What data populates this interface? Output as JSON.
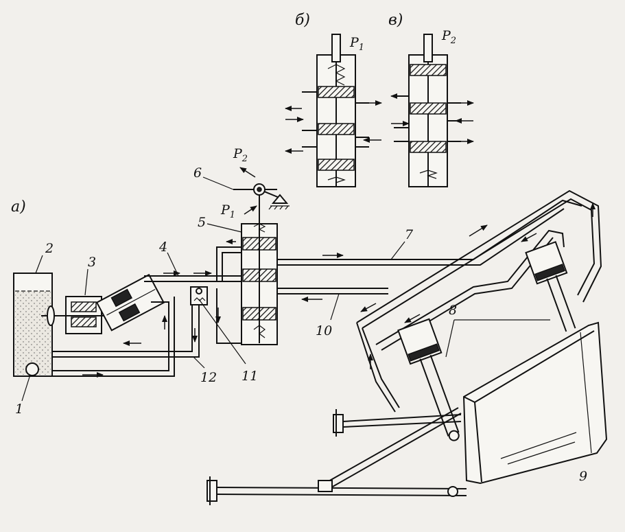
{
  "figure": {
    "panel_a": "а)",
    "panel_b": "б)",
    "panel_v": "в)"
  },
  "callouts": {
    "n1": "1",
    "n2": "2",
    "n3": "3",
    "n4": "4",
    "n5": "5",
    "n6": "6",
    "n7": "7",
    "n8": "8",
    "n9": "9",
    "n10": "10",
    "n11": "11",
    "n12": "12"
  },
  "forces": {
    "p1": "P",
    "p1_sub": "1",
    "p2": "P",
    "p2_sub": "2"
  },
  "colors": {
    "ink": "#111111",
    "paper": "#f2f0ec",
    "fluid": "#d9d6cf"
  }
}
